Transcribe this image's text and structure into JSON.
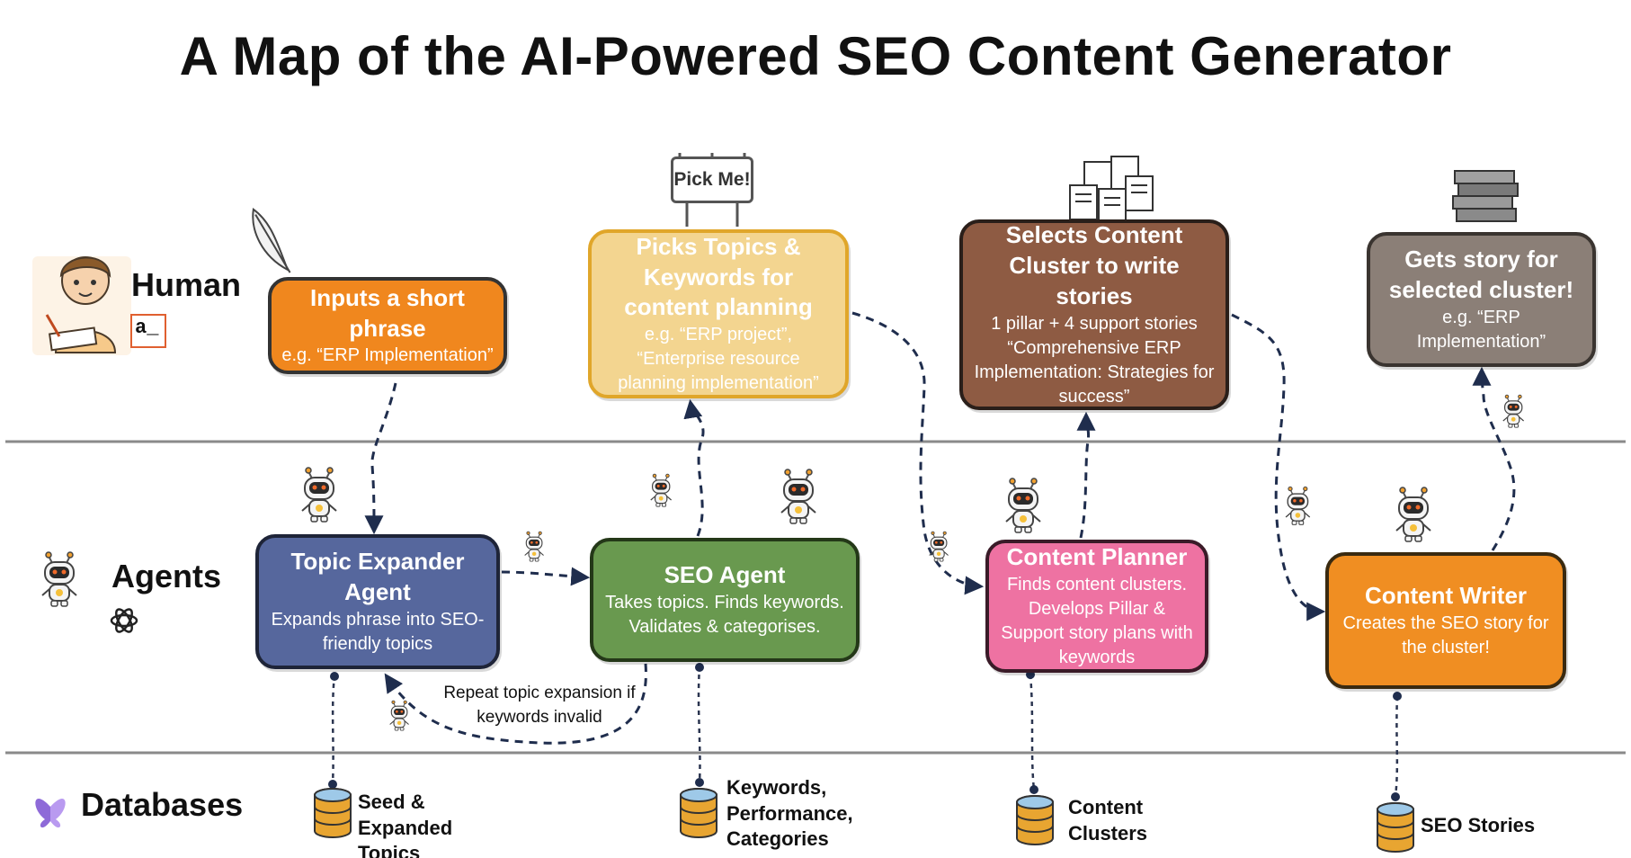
{
  "title": "A Map of the AI-Powered SEO Content Generator",
  "lanes": {
    "human": "Human",
    "agents": "Agents",
    "databases": "Databases",
    "human_badge": "a_"
  },
  "human_steps": {
    "input": {
      "title": "Inputs a short phrase",
      "example": "e.g. “ERP Implementation”"
    },
    "picks": {
      "title": "Picks Topics & Keywords for content planning",
      "example": "e.g. “ERP project”, “Enterprise resource planning implementation”",
      "sign": "Pick Me!"
    },
    "select": {
      "title": "Selects Content Cluster to write stories",
      "detail": "1 pillar + 4 support stories",
      "example": "“Comprehensive ERP Implementation: Strategies for success”"
    },
    "gets": {
      "title": "Gets story for selected cluster!",
      "example": "e.g. “ERP Implementation”"
    }
  },
  "agents": {
    "expander": {
      "title": "Topic Expander Agent",
      "desc": "Expands phrase into SEO-friendly topics"
    },
    "seo": {
      "title": "SEO Agent",
      "desc": "Takes topics. Finds keywords. Validates & categorises."
    },
    "planner": {
      "title": "Content Planner",
      "desc": "Finds content clusters. Develops Pillar & Support story plans with keywords"
    },
    "writer": {
      "title": "Content Writer",
      "desc": "Creates the SEO story for the cluster!"
    }
  },
  "loop_note": "Repeat topic expansion if keywords invalid",
  "databases": {
    "seed": "Seed & Expanded Topics",
    "keywords": "Keywords, Performance, Categories",
    "clusters": "Content Clusters",
    "stories": "SEO Stories"
  },
  "colors": {
    "input": "#f0871e",
    "picks": "#f3d590",
    "select": "#8e5b43",
    "gets": "#8b7f77",
    "expander": "#56679d",
    "seo": "#69994f",
    "planner": "#ee72a2",
    "writer": "#f08e22",
    "arrow": "#1f2d4d",
    "database": "#e8a531"
  },
  "icons": [
    "feather-icon",
    "signboard-icon",
    "documents-icon",
    "books-icon",
    "robot-icon",
    "openai-icon",
    "database-icon",
    "brand-logo-icon",
    "human-avatar-icon"
  ]
}
